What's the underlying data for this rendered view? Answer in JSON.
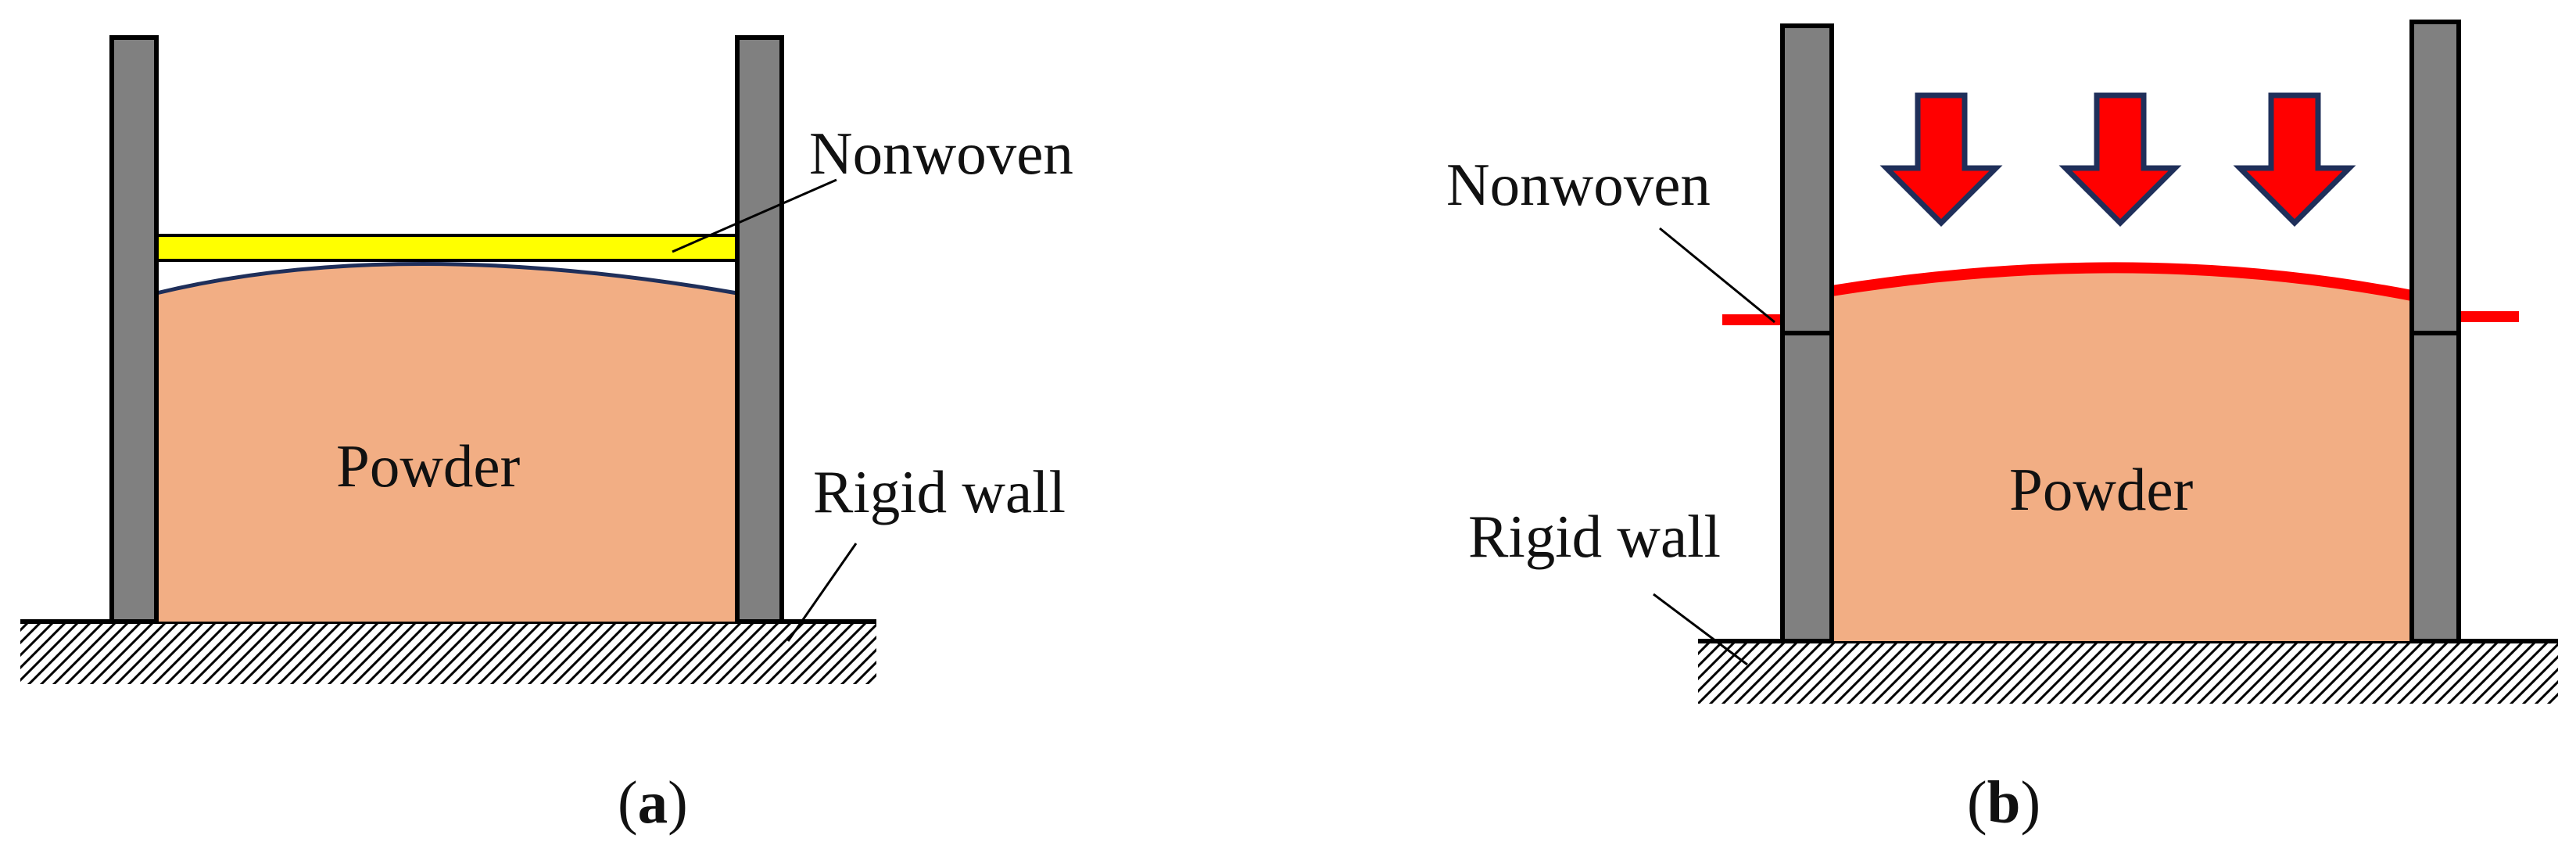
{
  "panel_a": {
    "label_nonwoven": "Nonwoven",
    "label_powder": "Powder",
    "label_rigid_wall": "Rigid wall",
    "caption_open": "(",
    "caption_letter": "a",
    "caption_close": ")"
  },
  "panel_b": {
    "label_nonwoven": "Nonwoven",
    "label_powder": "Powder",
    "label_rigid_wall": "Rigid wall",
    "caption_open": "(",
    "caption_letter": "b",
    "caption_close": ")"
  },
  "colors": {
    "wall": "#808080",
    "powder": "#F2AE84",
    "nonwoven_a": "#FFFF00",
    "nonwoven_b": "#FF0000",
    "arrow": "#FF0000",
    "arrow_outline": "#1F2F5A",
    "outline": "#000000"
  }
}
